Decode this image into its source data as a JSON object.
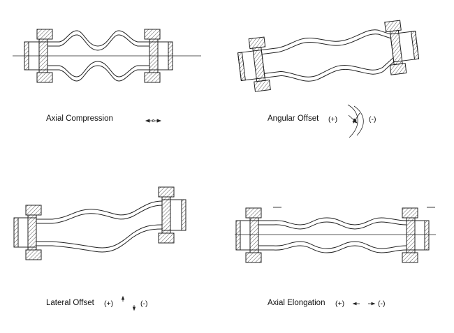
{
  "panels": [
    {
      "id": "axial-compression",
      "caption": "Axial Compression"
    },
    {
      "id": "angular-offset",
      "caption": "Angular Offset",
      "plus": "(+)",
      "minus": "(-)"
    },
    {
      "id": "lateral-offset",
      "caption": "Lateral Offset",
      "plus": "(+)",
      "minus": "(-)"
    },
    {
      "id": "axial-elongation",
      "caption": "Axial Elongation",
      "plus": "(+)",
      "minus": "(-)"
    }
  ],
  "colors": {
    "line": "#222222",
    "hatch": "#555555",
    "background": "#ffffff"
  }
}
